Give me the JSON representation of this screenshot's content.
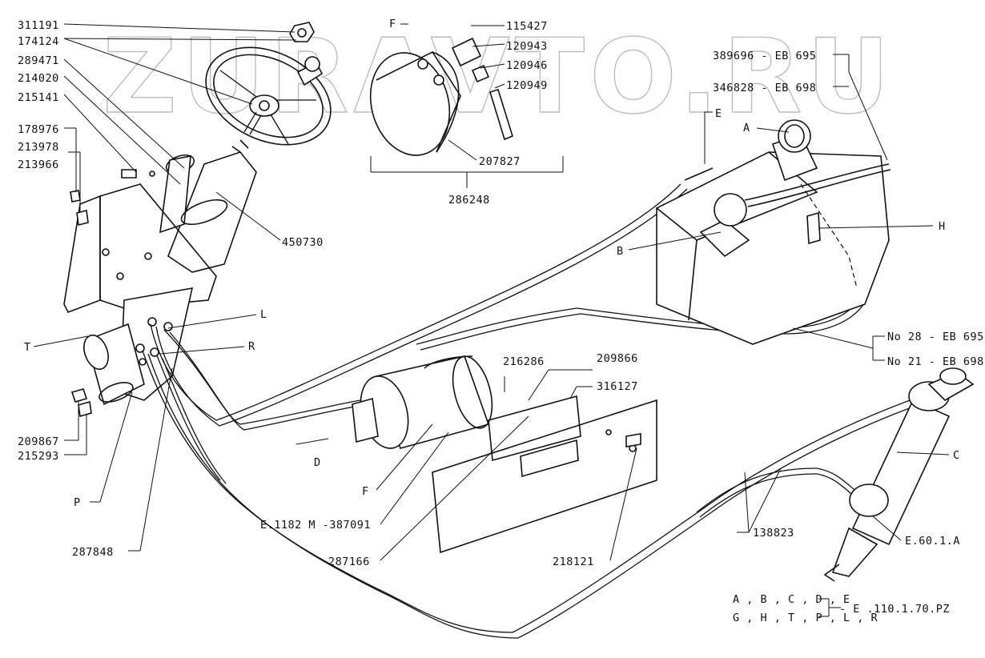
{
  "diagram": {
    "watermark": "ZURAVTO.RU",
    "callouts": {
      "c311191": "311191",
      "c174124": "174124",
      "c289471": "289471",
      "c214020": "214020",
      "c215141": "215141",
      "c178976": "178976",
      "c213978": "213978",
      "c213966": "213966",
      "c450730": "450730",
      "cL": "L",
      "cT": "T",
      "cR": "R",
      "c209867": "209867",
      "c215293": "215293",
      "cP": "P",
      "c287848": "287848",
      "cD": "D",
      "cF_lower": "F",
      "cE1182": "E.1182 M -387091",
      "c287166": "287166",
      "c216286": "216286",
      "c209866": "209866",
      "c316127": "316127",
      "c218121": "218121",
      "c138823": "138823",
      "cE601A": "E.60.1.A",
      "cC": "C",
      "cF_upper": "F",
      "c115427": "115427",
      "c120943": "120943",
      "c120946": "120946",
      "c120949": "120949",
      "c207827": "207827",
      "c286248": "286248",
      "c389696": "389696 - EB 695",
      "c346828": "346828 - EB 698",
      "cE": "E",
      "cA": "A",
      "cB": "B",
      "cH": "H",
      "cNo28": "No 28 - EB 695",
      "cNo21": "No 21 - EB 698",
      "legend_line1": "A , B , C , D , E",
      "legend_line2": "G , H , T , P , L , R",
      "legend_ref": "- E .110.1.70.PZ"
    }
  }
}
